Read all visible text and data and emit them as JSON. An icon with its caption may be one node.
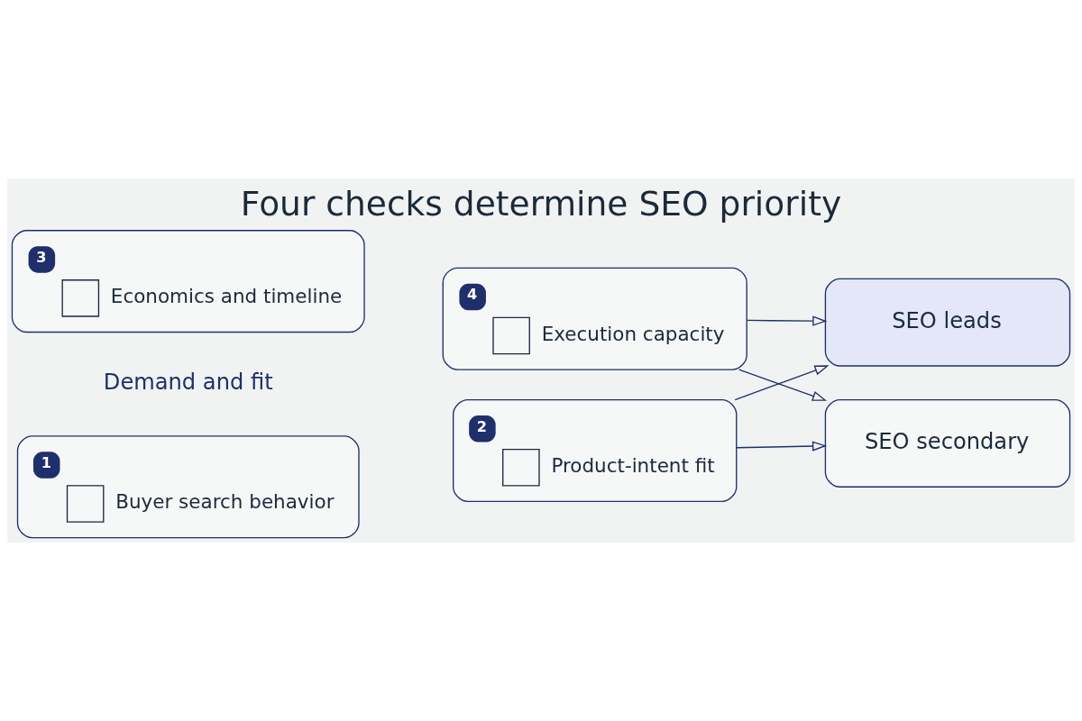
{
  "diagram": {
    "title": "Four checks determine SEO priority",
    "nodes": [
      {
        "text": [
          "1",
          "Buyer search behavior"
        ]
      },
      {
        "text": [
          "2",
          "Product-intent fit"
        ]
      },
      {
        "text": [
          "3",
          "Economics and timeline"
        ]
      },
      {
        "text": [
          "4",
          "Execution capacity"
        ]
      },
      {
        "text": [
          "SEO leads"
        ]
      },
      {
        "text": [
          "SEO secondary"
        ]
      }
    ],
    "edges": [
      {
        "from": 1,
        "to": 4,
        "arrow": "to"
      },
      {
        "from": 1,
        "to": 5,
        "arrow": "to"
      },
      {
        "from": 3,
        "to": 4,
        "arrow": "to"
      },
      {
        "from": 3,
        "to": 5,
        "arrow": "to"
      }
    ],
    "labels": [
      "Demand and fit"
    ]
  }
}
